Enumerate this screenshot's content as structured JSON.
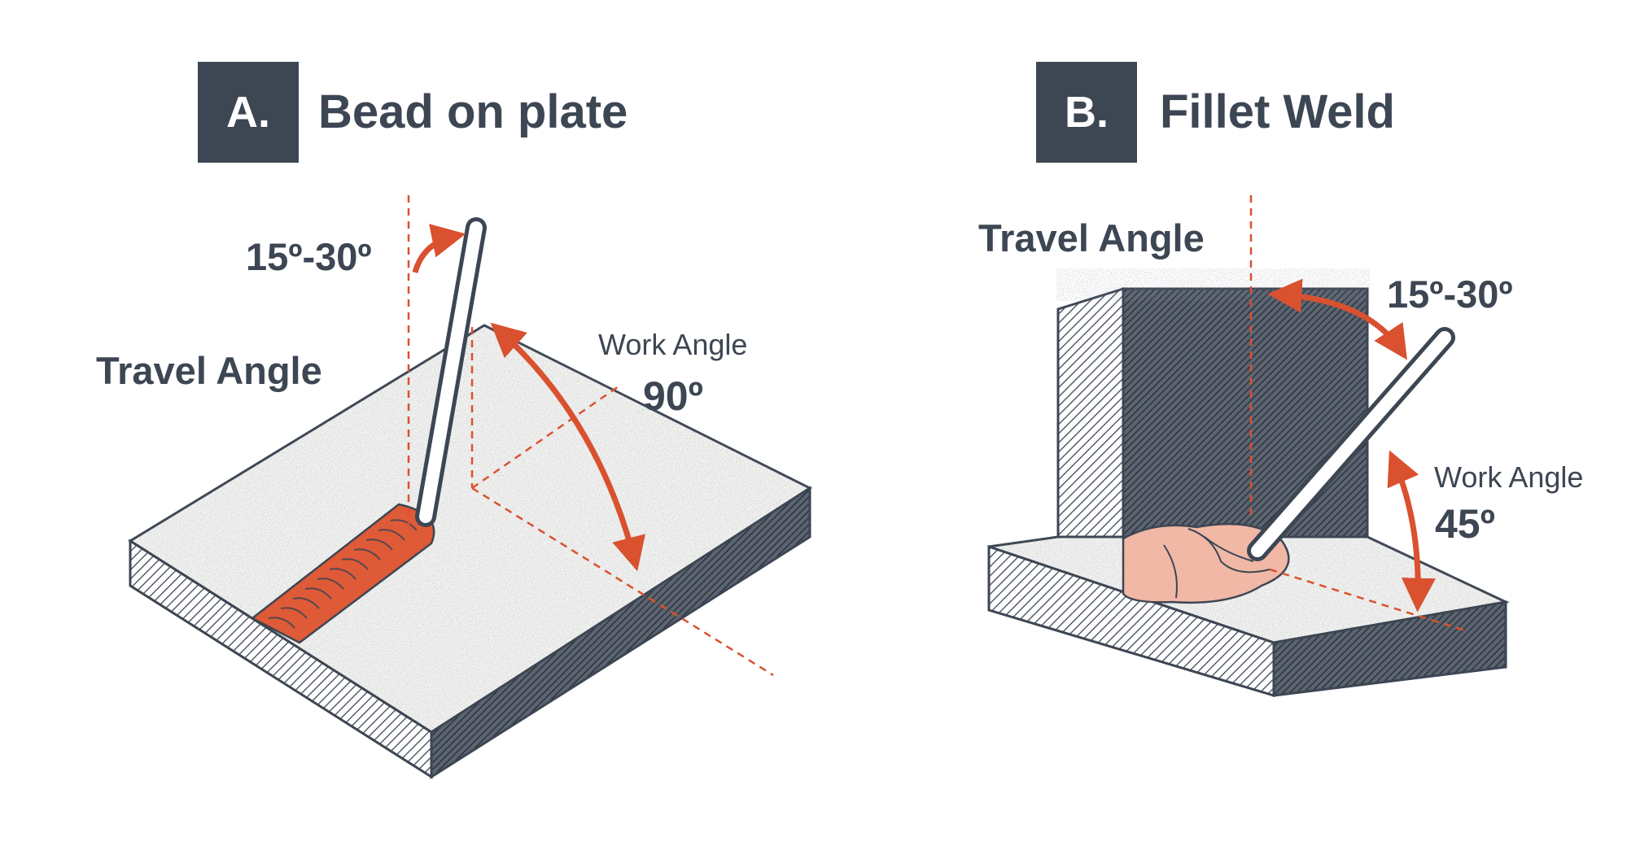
{
  "colors": {
    "ink": "#3d4653",
    "accent": "#d9512f",
    "bead": "#df5a37",
    "bead_light": "#f1b8a6",
    "paper": "#ffffff"
  },
  "panel_a": {
    "badge": "A.",
    "title": "Bead on plate",
    "travel_angle_label": "Travel Angle",
    "travel_angle_value": "15º-30º",
    "work_angle_label": "Work Angle",
    "work_angle_value": "90º"
  },
  "panel_b": {
    "badge": "B.",
    "title": "Fillet Weld",
    "travel_angle_label": "Travel Angle",
    "travel_angle_value": "15º-30º",
    "work_angle_label": "Work Angle",
    "work_angle_value": "45º"
  }
}
